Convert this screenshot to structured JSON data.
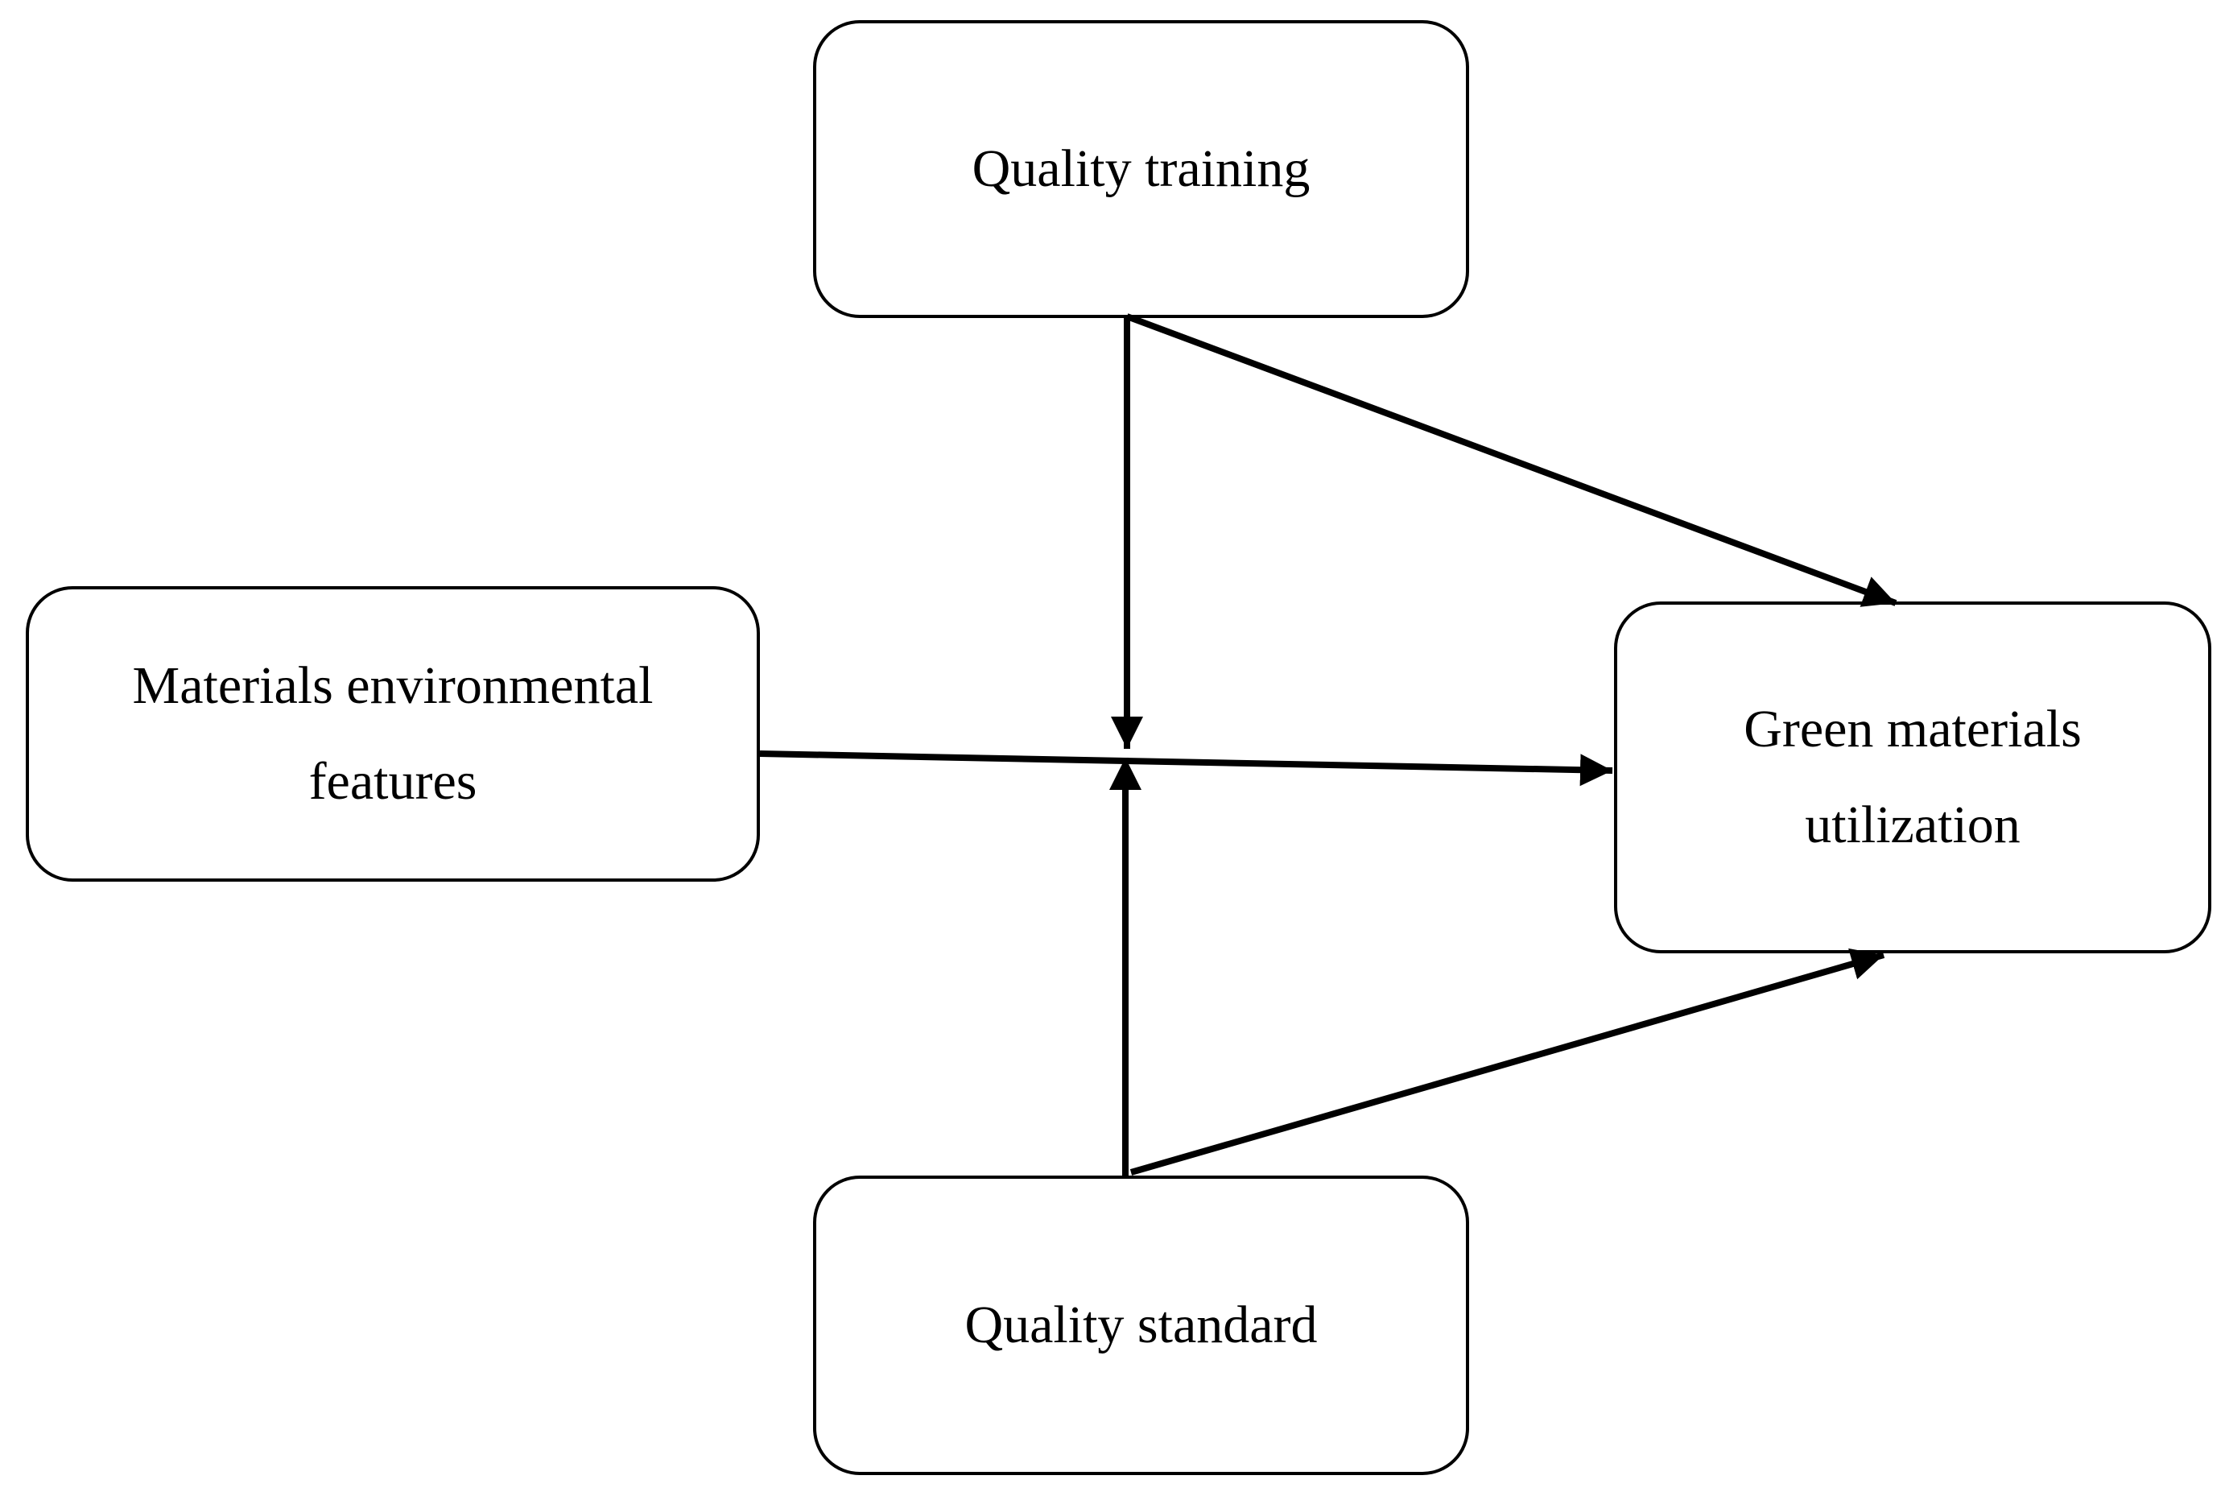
{
  "diagram": {
    "background_color": "#ffffff",
    "line_color": "#000000",
    "nodes": {
      "quality_training": {
        "label": "Quality training"
      },
      "materials_environmental_features": {
        "label": "Materials environmental features"
      },
      "green_materials_utilization": {
        "label": "Green materials utilization"
      },
      "quality_standard": {
        "label": "Quality standard"
      }
    },
    "edges": [
      {
        "from": "quality_training",
        "to": "green_materials_utilization",
        "style": "diagonal-line",
        "arrowhead": "filled-triangle"
      },
      {
        "from": "quality_training",
        "to": "midpoint-of-materials-to-utilization-arrow",
        "style": "vertical-line-down",
        "arrowhead": "filled-triangle"
      },
      {
        "from": "materials_environmental_features",
        "to": "green_materials_utilization",
        "style": "horizontal-line",
        "arrowhead": "filled-triangle"
      },
      {
        "from": "quality_standard",
        "to": "midpoint-of-materials-to-utilization-arrow",
        "style": "vertical-line-up",
        "arrowhead": "filled-triangle"
      },
      {
        "from": "quality_standard",
        "to": "green_materials_utilization",
        "style": "diagonal-line",
        "arrowhead": "filled-triangle"
      }
    ]
  }
}
